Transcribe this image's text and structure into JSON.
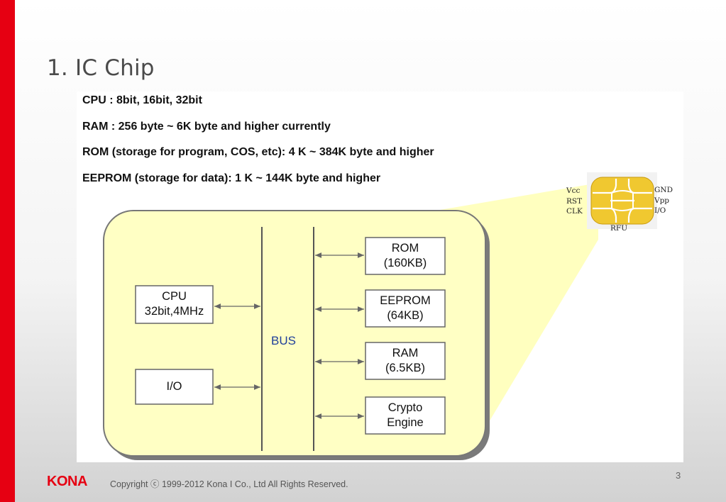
{
  "title": "1. IC Chip",
  "specs": [
    "CPU : 8bit, 16bit, 32bit",
    "RAM : 256 byte ~ 6K byte and higher currently",
    "ROM (storage for program, COS, etc): 4 K ~ 384K byte and higher",
    "EEPROM (storage for data): 1 K ~ 144K byte and higher"
  ],
  "diagram": {
    "left_blocks": [
      {
        "label": "CPU\n32bit,4MHz"
      },
      {
        "label": "I/O"
      }
    ],
    "bus_label": "BUS",
    "right_blocks": [
      {
        "label": "ROM\n(160KB)"
      },
      {
        "label": "EEPROM\n(64KB)"
      },
      {
        "label": "RAM\n(6.5KB)"
      },
      {
        "label": "Crypto\nEngine"
      }
    ]
  },
  "chip_pins": {
    "left": [
      "Vcc",
      "RST",
      "CLK"
    ],
    "right": [
      "GND",
      "Vpp",
      "I/O"
    ],
    "bottom": "RFU"
  },
  "colors": {
    "accent_red": "#e60012",
    "bus_label": "#1f3f9a",
    "chip_gold": "#f0c830",
    "fill_yellow": "#ffffc0"
  },
  "footer": {
    "logo": "KONA",
    "copyright": "Copyright ⓒ 1999-2012 Kona I Co., Ltd  All Rights Reserved.",
    "page_number": "3"
  }
}
